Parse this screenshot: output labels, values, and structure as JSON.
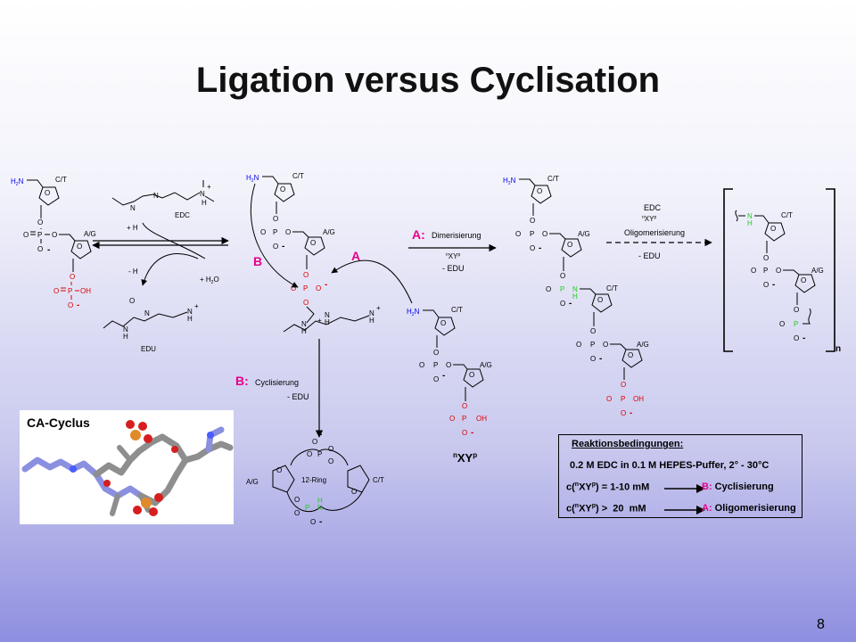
{
  "slide": {
    "title": "Ligation versus Cyclisation",
    "page_number": "8"
  },
  "scheme": {
    "reagents": {
      "edc": "EDC",
      "edu": "EDU",
      "plus_h": "+ H",
      "minus_h": "- H",
      "plus_h2o": "+ H",
      "h2o_sub": "2",
      "h2o_o": "O"
    },
    "atoms": {
      "h2n": "H",
      "h2n_sub": "2",
      "n": "N",
      "o": "O",
      "p": "P",
      "oh": "OH",
      "h": "H",
      "nh": "N",
      "neg": "-",
      "plus": "+"
    },
    "bases": {
      "ct": "C/T",
      "ag": "A/G"
    },
    "pathway_labels": {
      "a": "A",
      "b": "B",
      "a_prefix": "A:",
      "a_text": "Dimerisierung",
      "b_prefix": "B:",
      "b_text": "Cyclisierung",
      "minus_edu": "- EDU",
      "xy_sup_left": "n",
      "xy_core": "XY",
      "xy_sup_right": "p",
      "oligomerisierung": "Oligomerisierung",
      "ring": "12-Ring",
      "n_repeat": "n"
    },
    "product_label": {
      "sup_left": "n",
      "core": "XY",
      "sup_right": "p"
    },
    "photo_label": "CA-Cyclus"
  },
  "conditions": {
    "heading": "Reaktionsbedingungen:",
    "line1": "0.2 M EDC in 0.1 M HEPES-Puffer, 2° - 30°C",
    "row1": {
      "prefix": "c(",
      "sup_n": "n",
      "xy": "XY",
      "sup_p": "p",
      "value": ") = 1-10 mM",
      "tag": "B:",
      "result": "Cyclisierung"
    },
    "row2": {
      "prefix": "c(",
      "sup_n": "n",
      "xy": "XY",
      "sup_p": "p",
      "value": ") >  20  mM",
      "tag": "A:",
      "result": "Oligomerisierung"
    }
  },
  "colors": {
    "accent_magenta": "#e8008a",
    "accent_red": "#dd0000",
    "accent_green": "#22cc22",
    "accent_blue": "#0000ee"
  }
}
